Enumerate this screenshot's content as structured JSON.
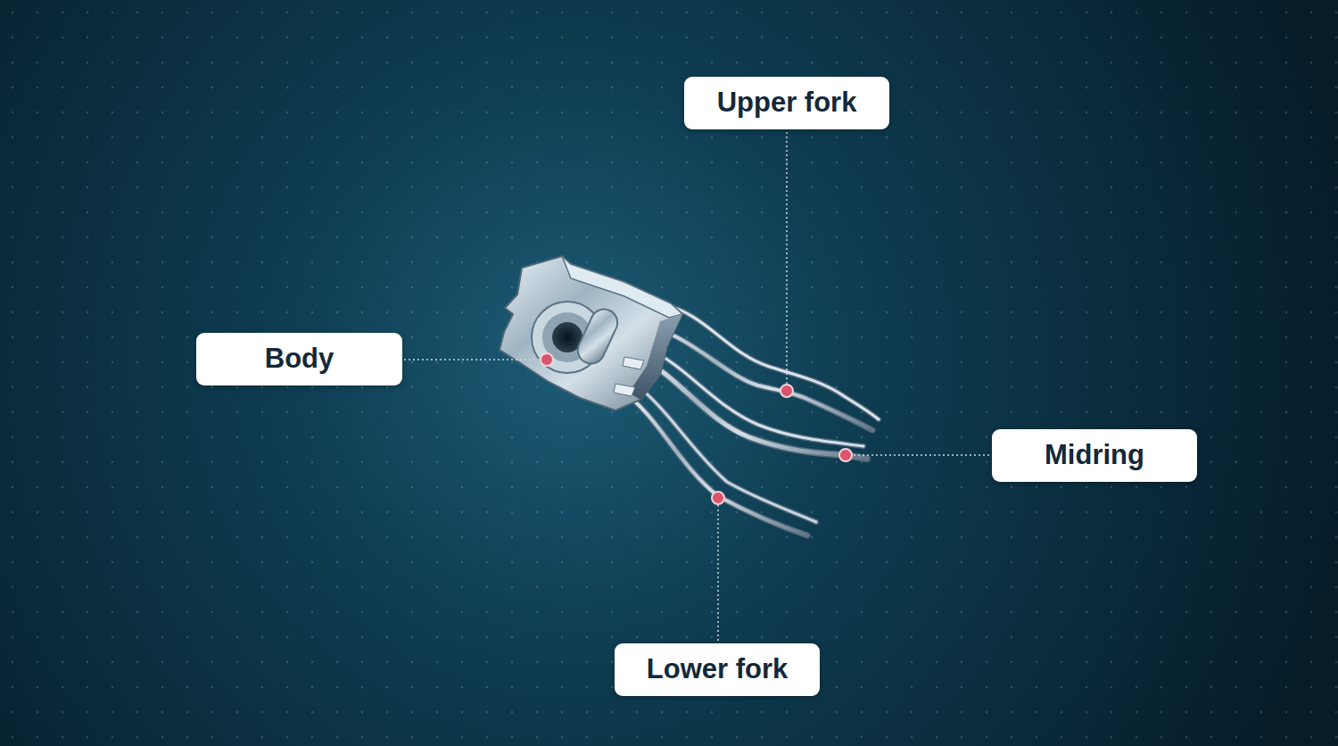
{
  "diagram": {
    "nodes": [
      {
        "text": [
          "Upper fork"
        ]
      },
      {
        "text": [
          "Body"
        ]
      },
      {
        "text": [
          "Midring"
        ]
      },
      {
        "text": [
          "Lower fork"
        ]
      }
    ]
  }
}
